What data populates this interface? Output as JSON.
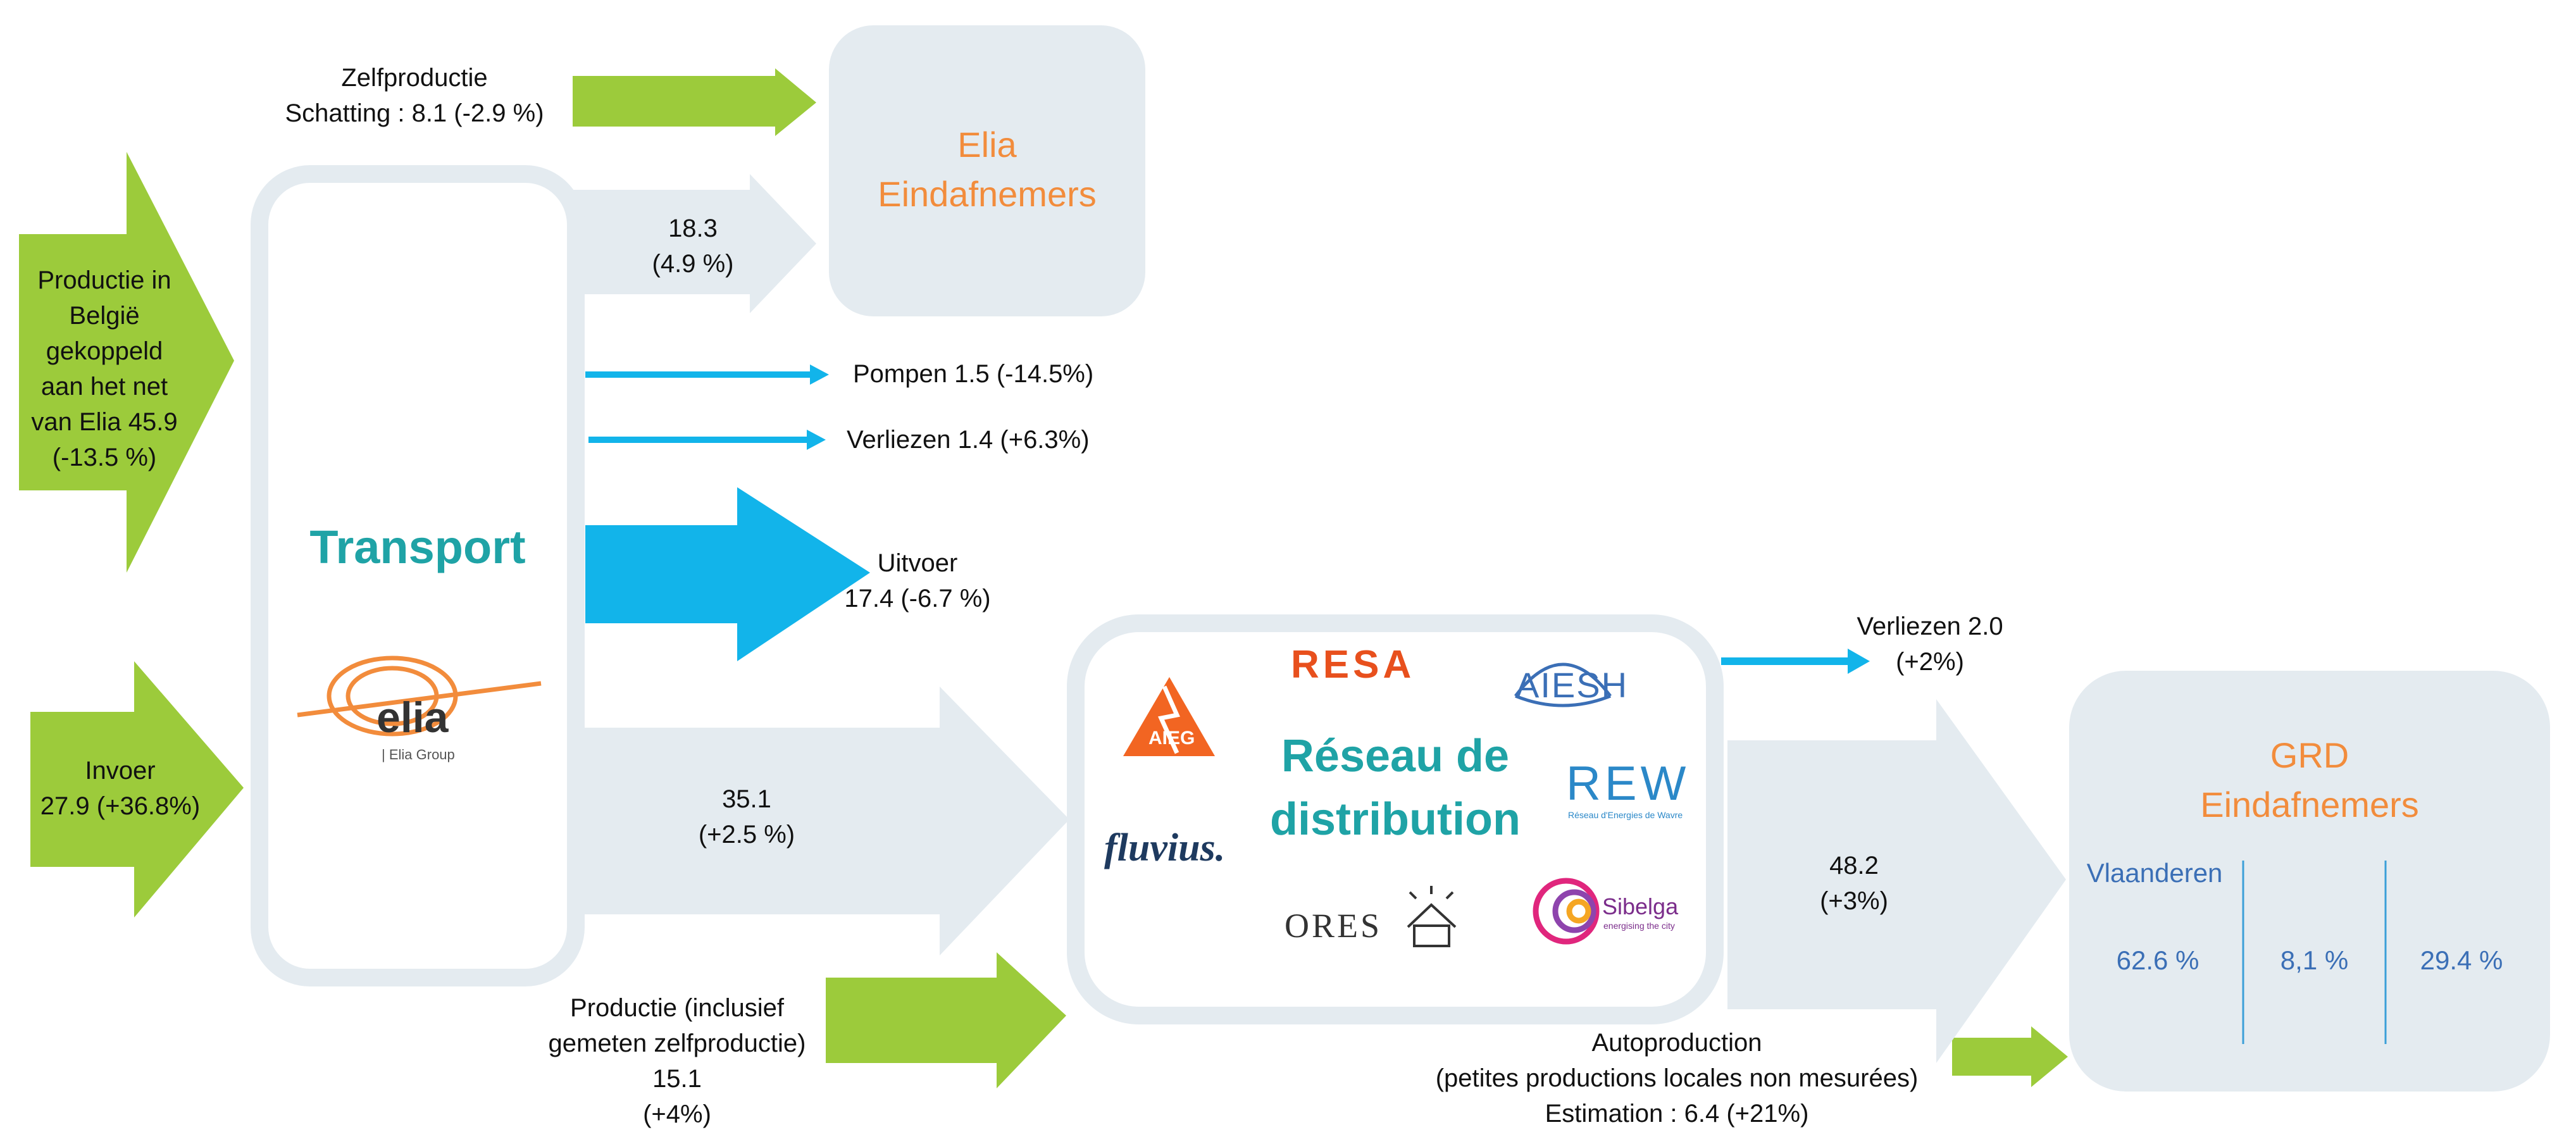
{
  "inputs": {
    "production": {
      "lines": [
        "Productie in",
        "België",
        "gekoppeld",
        "aan het net",
        "van Elia  45.9",
        "(-13.5 %)"
      ]
    },
    "import": {
      "lines": [
        "Invoer",
        "27.9  (+36.8%)"
      ]
    }
  },
  "self_production": {
    "line1": "Zelfproductie",
    "line2": "Schatting : 8.1 (-2.9 %)"
  },
  "transport": {
    "title": "Transport",
    "logo_text": "elia",
    "logo_sub": "| Elia Group"
  },
  "flows": {
    "elia_end": {
      "value": "18.3",
      "pct": "(4.9 %)"
    },
    "pumping": "Pompen 1.5 (-14.5%)",
    "losses_transport": "Verliezen 1.4 (+6.3%)",
    "export": {
      "line1": "Uitvoer",
      "line2": "17.4 (-6.7 %)"
    },
    "to_distribution": {
      "value": "35.1",
      "pct": "(+2.5 %)"
    },
    "local_production": {
      "lines": [
        "Productie (inclusief",
        "gemeten zelfproductie)",
        "15.1",
        "(+4%)"
      ]
    },
    "losses_distribution": {
      "line1": "Verliezen 2.0",
      "line2": "(+2%)"
    },
    "to_grd": {
      "value": "48.2",
      "pct": "(+3%)"
    },
    "autoproduction": {
      "lines": [
        "Autoproduction",
        "(petites productions locales non mesurées)",
        "Estimation : 6.4 (+21%)"
      ]
    }
  },
  "elia_end_box": {
    "line1": "Elia",
    "line2": "Eindafnemers"
  },
  "distribution": {
    "title_line1": "Réseau de",
    "title_line2": "distribution",
    "logos": {
      "resa": "RESA",
      "fluvius": "fluvius.",
      "ores": "ORES",
      "rew": "REW",
      "rew_sub": "Réseau d'Energies de Wavre",
      "sibelga": "Sibelga",
      "sibelga_sub": "energising the city",
      "aieg": "AIEG",
      "aiesh": "AIESH"
    }
  },
  "grd_box": {
    "line1": "GRD",
    "line2": "Eindafnemers",
    "region_label": "Vlaanderen",
    "shares": [
      "62.6 %",
      "8,1 %",
      "29.4 %"
    ]
  },
  "colors": {
    "green": "#9ccb3b",
    "grey": "#e4ebf0",
    "cyan": "#12b4ea",
    "orange": "#f28c3c",
    "teal": "#1fa3a6",
    "blue": "#3b6fb6"
  }
}
